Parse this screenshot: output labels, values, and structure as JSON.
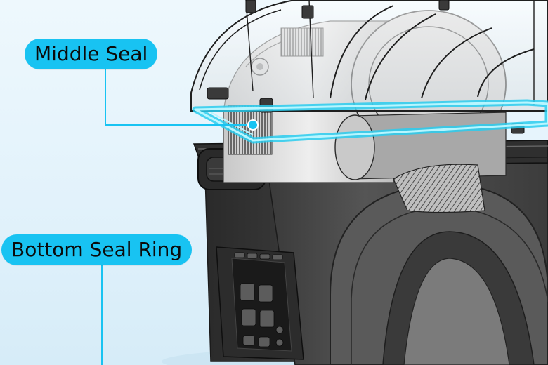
{
  "callouts": {
    "middle_seal": "Middle Seal",
    "bottom_seal_ring": "Bottom Seal Ring"
  },
  "colors": {
    "accent": "#18c3f2",
    "seal_highlight": "#58e6ff",
    "device_body": "#444444",
    "device_dark": "#262626",
    "hood_line": "#1f1f1f",
    "background": "#e6f4fb"
  },
  "icons": {
    "product": "3d-rendered-device-illustration"
  }
}
